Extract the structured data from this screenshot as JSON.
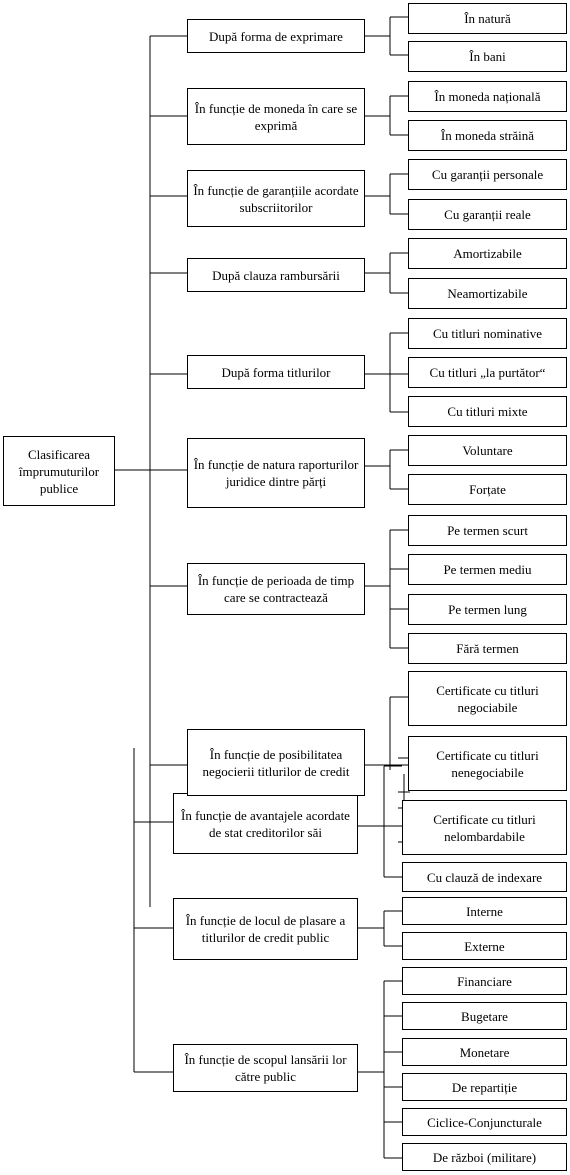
{
  "root": "Clasificarea împrumuturilor publice",
  "categories": [
    {
      "label": "După forma de exprimare",
      "items": [
        "În natură",
        "În bani"
      ]
    },
    {
      "label": "În funcție de moneda în care se exprimă",
      "items": [
        "În moneda națională",
        "În moneda străină"
      ]
    },
    {
      "label": "În funcție de garanțiile acordate subscriitorilor",
      "items": [
        "Cu garanții personale",
        "Cu garanții reale"
      ]
    },
    {
      "label": "După clauza rambursării",
      "items": [
        "Amortizabile",
        "Neamortizabile"
      ]
    },
    {
      "label": "După forma titlurilor",
      "items": [
        "Cu titluri nominative",
        "Cu titluri „la purtător“",
        "Cu titluri mixte"
      ]
    },
    {
      "label": "În funcție de natura raporturilor juridice dintre părți",
      "items": [
        "Voluntare",
        "Forțate"
      ]
    },
    {
      "label": "În funcție de perioada de timp care se contractează",
      "items": [
        "Pe termen scurt",
        "Pe termen mediu",
        "Pe termen lung",
        "Fără termen"
      ]
    },
    {
      "label": "În funcție de posibilitatea negocierii titlurilor de credit",
      "items": [
        "Certificate cu titluri negociabile",
        "Certificate cu titluri nenegociabile"
      ]
    },
    {
      "label": "În funcție de avantajele acordate de stat creditorilor săi",
      "items": [
        "Certificate cu titluri nelombardabile",
        "Cu clauză de indexare"
      ]
    },
    {
      "label": "În funcție de locul de plasare a titlurilor de credit public",
      "items": [
        "Interne",
        "Externe"
      ]
    },
    {
      "label": "În funcție de scopul lansării lor către public",
      "items": [
        "Financiare",
        "Bugetare",
        "Monetare",
        "De repartiție",
        "Ciclice-Conjuncturale",
        "De război (militare)"
      ]
    }
  ]
}
